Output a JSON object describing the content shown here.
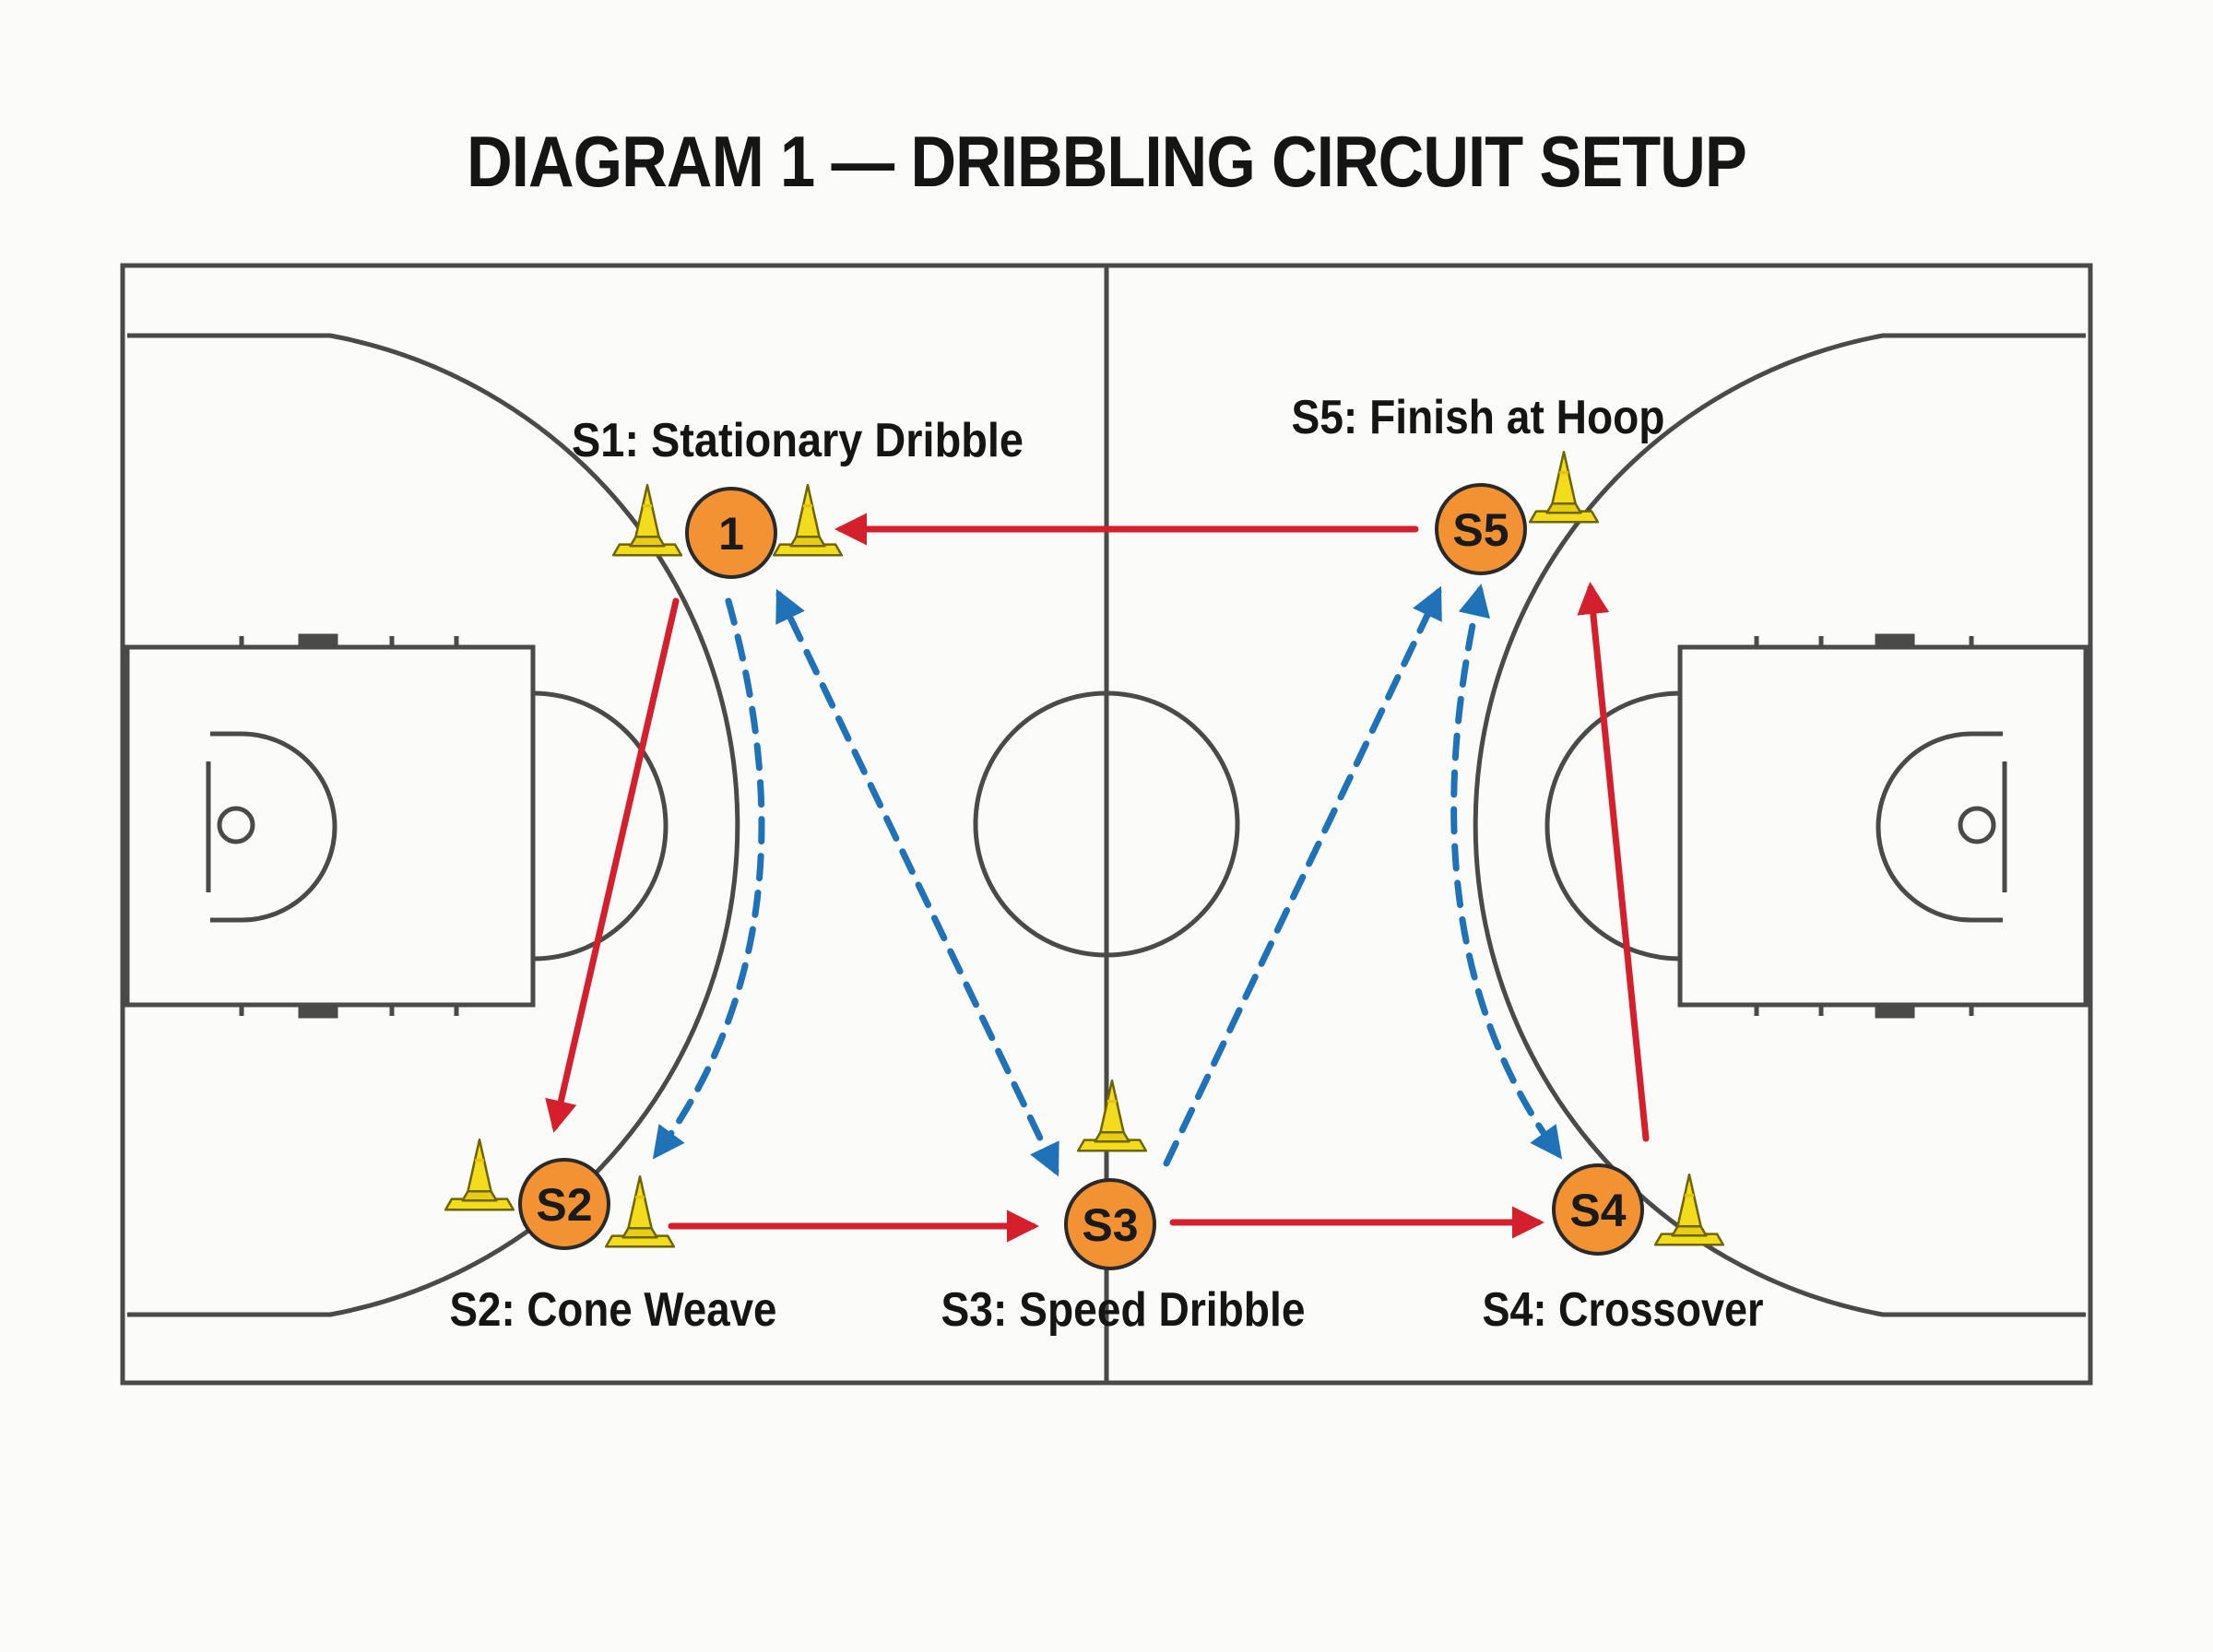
{
  "title": "DIAGRAM 1 — DRIBBLING CIRCUIT SETUP",
  "colors": {
    "court_line": "#4a4a4a",
    "station_fill": "#f39232",
    "station_stroke": "#2a2a2a",
    "cone_fill": "#f3dc1c",
    "cone_stroke": "#6e6400",
    "dribble_path": "#d4202d",
    "movement_path": "#1f72b8",
    "background": "#fbfbf9"
  },
  "stations": [
    {
      "id": "s1",
      "marker": "1",
      "label": "S1: Stationary Dribble"
    },
    {
      "id": "s2",
      "marker": "S2",
      "label": "S2: Cone Weave"
    },
    {
      "id": "s3",
      "marker": "S3",
      "label": "S3: Speed Dribble"
    },
    {
      "id": "s4",
      "marker": "S4",
      "label": "S4: Crossover"
    },
    {
      "id": "s5",
      "marker": "S5",
      "label": "S5: Finish at Hoop"
    }
  ],
  "cone_icon": "traffic-cone-icon",
  "paths": [
    {
      "id": "s1-to-s2",
      "style": "solid",
      "color_key": "dribble_path"
    },
    {
      "id": "s2-to-s3",
      "style": "solid",
      "color_key": "dribble_path"
    },
    {
      "id": "s3-to-s4",
      "style": "solid",
      "color_key": "dribble_path"
    },
    {
      "id": "s4-to-s5",
      "style": "solid",
      "color_key": "dribble_path"
    },
    {
      "id": "s5-to-s1",
      "style": "solid",
      "color_key": "dribble_path"
    },
    {
      "id": "s1-to-s2-curve",
      "style": "dashed",
      "color_key": "movement_path"
    },
    {
      "id": "s1-s3",
      "style": "dashed",
      "color_key": "movement_path"
    },
    {
      "id": "s3-to-s5",
      "style": "dashed",
      "color_key": "movement_path"
    },
    {
      "id": "s5-to-s4-curve",
      "style": "dashed",
      "color_key": "movement_path"
    }
  ]
}
